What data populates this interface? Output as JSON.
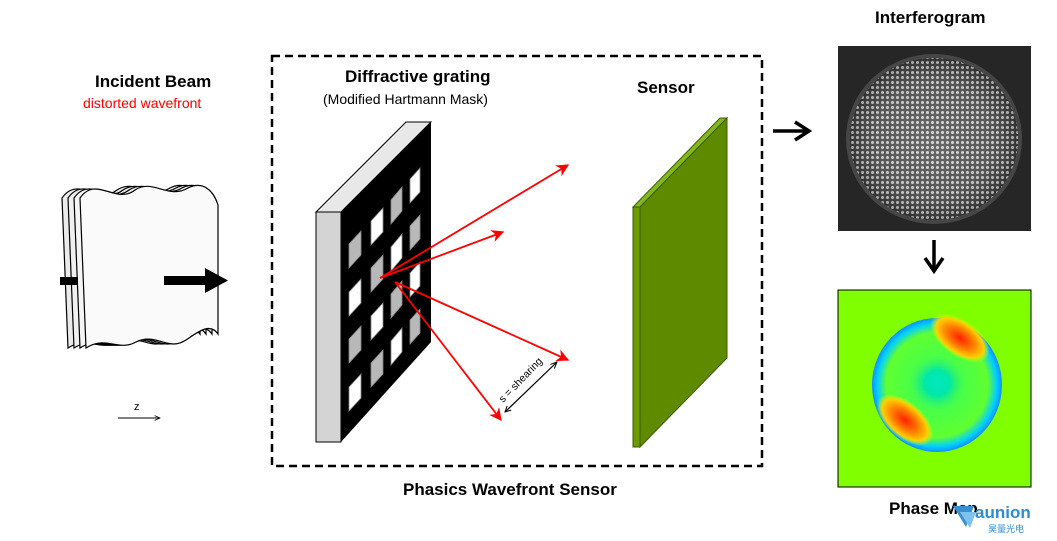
{
  "incident_beam": {
    "title": "Incident Beam",
    "subtitle": "distorted  wavefront"
  },
  "z_axis_label": "z",
  "grating": {
    "title": "Diffractive grating",
    "subtitle": "(Modified Hartmann Mask)"
  },
  "sensor": {
    "title": "Sensor"
  },
  "shearing_label": "s = shearing",
  "box_caption": "Phasics Wavefront Sensor",
  "interferogram": {
    "title": "Interferogram"
  },
  "phase_map": {
    "title": "Phase Map"
  },
  "logo": {
    "brand": "aunion",
    "chinese": "昊量光电"
  },
  "colors": {
    "ray": "#ff0000",
    "sensor_face": "#5e8a00",
    "sensor_edge": "#83b818",
    "phase_background": "#80ff00"
  }
}
